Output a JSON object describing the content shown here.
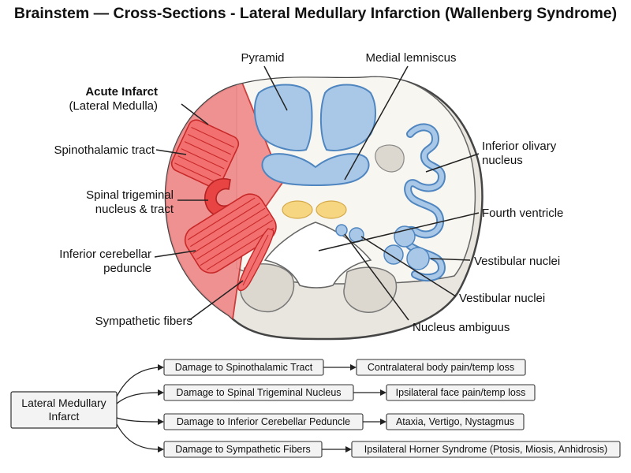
{
  "title": "Brainstem — Cross-Sections - Lateral Medullary Infarction (Wallenberg Syndrome)",
  "colors": {
    "infarct": "#f08a8a",
    "infarct_dark": "#e23b3b",
    "tract_blue": "#a9c8e8",
    "tract_blue_edge": "#4f86c0",
    "outer_tissue": "#e9e5df",
    "inner_tissue": "#f8f6f0",
    "yellow": "#f7d682"
  },
  "labels": {
    "acute_infarct": "Acute Infarct",
    "lateral_medulla": "(Lateral Medulla)",
    "spinothalamic": "Spinothalamic tract",
    "spinal_trig_1": "Spinal trigeminal",
    "spinal_trig_2": "nucleus & tract",
    "icp_1": "Inferior cerebellar",
    "icp_2": "peduncle",
    "sympathetic": "Sympathetic fibers",
    "pyramid": "Pyramid",
    "medial_lemniscus": "Medial lemniscus",
    "olivary_1": "Inferior olivary",
    "olivary_2": "nucleus",
    "fourth_ventricle": "Fourth ventricle",
    "vestibular_a": "Vestibular nuclei",
    "vestibular_b": "Vestibular nuclei",
    "nucleus_ambiguus": "Nucleus ambiguus"
  },
  "flow": {
    "root_line1": "Lateral Medullary",
    "root_line2": "Infarct",
    "rows": [
      {
        "damage": "Damage to Spinothalamic Tract",
        "result": "Contralateral body pain/temp loss"
      },
      {
        "damage": "Damage to Spinal Trigeminal Nucleus",
        "result": "Ipsilateral face pain/temp loss"
      },
      {
        "damage": "Damage to Inferior Cerebellar Peduncle",
        "result": "Ataxia, Vertigo, Nystagmus"
      },
      {
        "damage": "Damage to Sympathetic Fibers",
        "result": "Ipsilateral Horner Syndrome (Ptosis, Miosis, Anhidrosis)"
      }
    ]
  }
}
